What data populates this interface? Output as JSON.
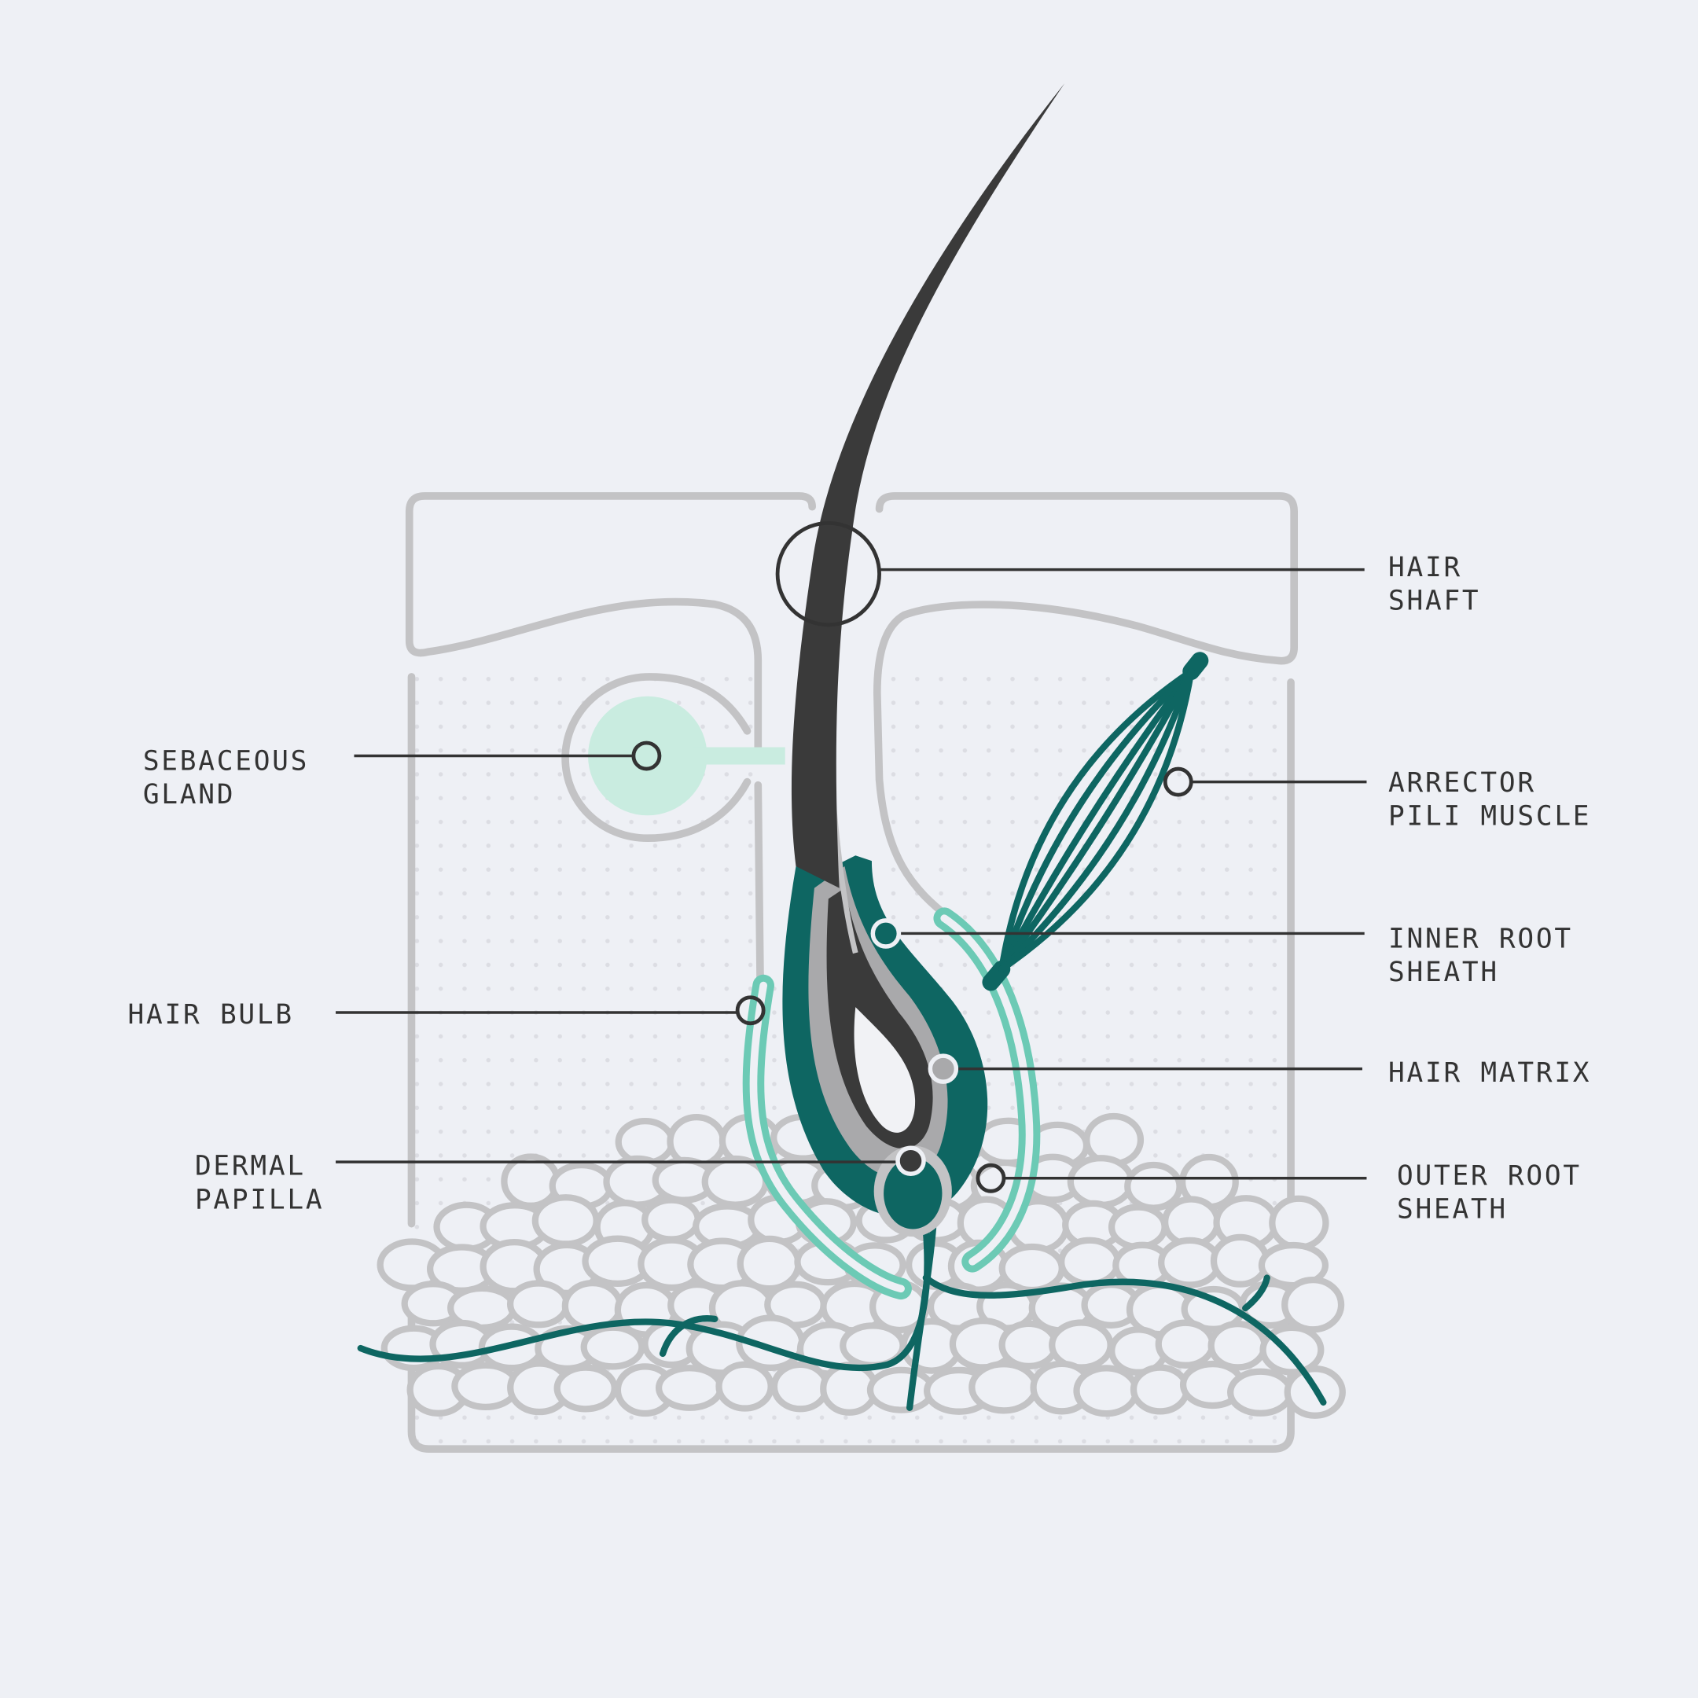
{
  "colors": {
    "background": "#eef0f5",
    "outline_gray": "#c3c3c5",
    "dark_teal": "#0e6662",
    "light_teal": "#6ccab5",
    "mint": "#c9ece0",
    "hair_dark": "#3a3a3a",
    "matrix_gray": "#a9a9ab"
  },
  "labels": {
    "hair_shaft": [
      "HAIR",
      "SHAFT"
    ],
    "sebaceous_gland": [
      "SEBACEOUS",
      "GLAND"
    ],
    "arrector_pili_muscle": [
      "ARRECTOR",
      "PILI MUSCLE"
    ],
    "inner_root_sheath": [
      "INNER ROOT",
      "SHEATH"
    ],
    "hair_bulb": [
      "HAIR BULB"
    ],
    "hair_matrix": [
      "HAIR MATRIX"
    ],
    "dermal_papilla": [
      "DERMAL",
      "PAPILLA"
    ],
    "outer_root_sheath": [
      "OUTER ROOT",
      "SHEATH"
    ]
  }
}
